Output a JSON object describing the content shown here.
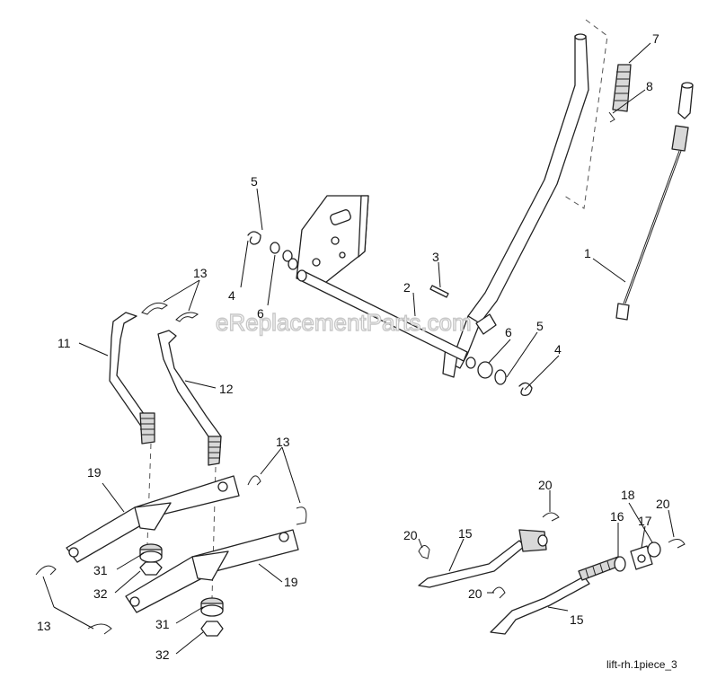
{
  "watermark": "eReplacementParts.com",
  "footer_label": "lift-rh.1piece_3",
  "callouts": [
    {
      "id": "1",
      "text": "1"
    },
    {
      "id": "2",
      "text": "2"
    },
    {
      "id": "3",
      "text": "3"
    },
    {
      "id": "4a",
      "text": "4"
    },
    {
      "id": "4b",
      "text": "4"
    },
    {
      "id": "5a",
      "text": "5"
    },
    {
      "id": "5b",
      "text": "5"
    },
    {
      "id": "6a",
      "text": "6"
    },
    {
      "id": "6b",
      "text": "6"
    },
    {
      "id": "7",
      "text": "7"
    },
    {
      "id": "8",
      "text": "8"
    },
    {
      "id": "11",
      "text": "11"
    },
    {
      "id": "12",
      "text": "12"
    },
    {
      "id": "13a",
      "text": "13"
    },
    {
      "id": "13b",
      "text": "13"
    },
    {
      "id": "13c",
      "text": "13"
    },
    {
      "id": "15a",
      "text": "15"
    },
    {
      "id": "15b",
      "text": "15"
    },
    {
      "id": "16",
      "text": "16"
    },
    {
      "id": "17",
      "text": "17"
    },
    {
      "id": "18",
      "text": "18"
    },
    {
      "id": "19a",
      "text": "19"
    },
    {
      "id": "19b",
      "text": "19"
    },
    {
      "id": "20a",
      "text": "20"
    },
    {
      "id": "20b",
      "text": "20"
    },
    {
      "id": "20c",
      "text": "20"
    },
    {
      "id": "20d",
      "text": "20"
    },
    {
      "id": "31a",
      "text": "31"
    },
    {
      "id": "31b",
      "text": "31"
    },
    {
      "id": "32a",
      "text": "32"
    },
    {
      "id": "32b",
      "text": "32"
    }
  ]
}
